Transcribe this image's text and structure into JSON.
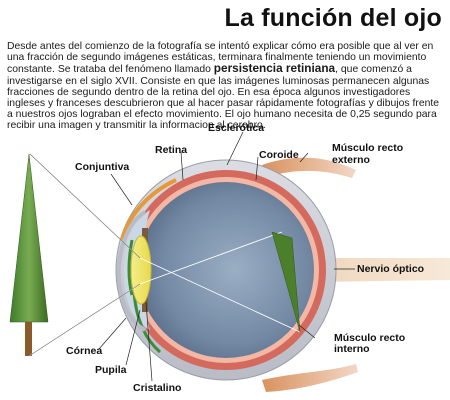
{
  "title": "La función del ojo",
  "intro": {
    "text_before": "Desde antes del comienzo de la fotografía se intentó explicar cómo era posible que al ver en una fracción de segundo imágenes estáticas, terminara finalmente teniendo un movimiento constante. Se trataba del fenómeno llamado ",
    "highlight": "persistencia retiniana",
    "text_after": ", que comenzó a investigarse en el siglo XVII. Consiste en que las imágenes luminosas permanecen algunas fracciones de segundo dentro de la retina del ojo. En esa época algunos investigadores ingleses y franceses descubrieron que al hacer pasar rápidamente fotografías y dibujos frente a nuestros ojos lograban el efecto movimiento. El ojo humano necesita de 0,25 segundo para recibir una imagen y transmitir la informacion al cerebro."
  },
  "labels": {
    "retina": "Retina",
    "esclerotica": "Esclerótica",
    "coroide": "Coroide",
    "musculo_externo_1": "Músculo recto",
    "musculo_externo_2": "externo",
    "conjuntiva": "Conjuntiva",
    "nervio_optico": "Nervio óptico",
    "musculo_interno_1": "Músculo recto",
    "musculo_interno_2": "interno",
    "cornea": "Córnea",
    "pupila": "Pupila",
    "cristalino": "Cristalino"
  }
}
